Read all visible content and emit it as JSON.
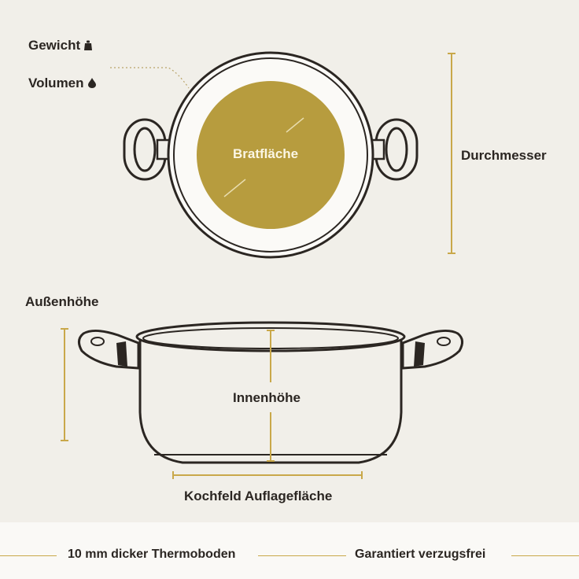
{
  "labels": {
    "gewicht": "Gewicht",
    "volumen": "Volumen",
    "bratflaeche": "Bratfläche",
    "durchmesser": "Durchmesser",
    "aussenhoehe": "Außenhöhe",
    "innenhoehe": "Innenhöhe",
    "kochfeld": "Kochfeld Auflagefläche"
  },
  "footer": {
    "left": "10 mm dicker Thermoboden",
    "right": "Garantiert verzugsfrei"
  },
  "icons": {
    "weight": "weight-icon",
    "drop": "drop-icon"
  },
  "colors": {
    "accent": "#b79c3e",
    "line_gold": "#c9a84a",
    "outline": "#2b2622",
    "background": "#f1efe9"
  }
}
